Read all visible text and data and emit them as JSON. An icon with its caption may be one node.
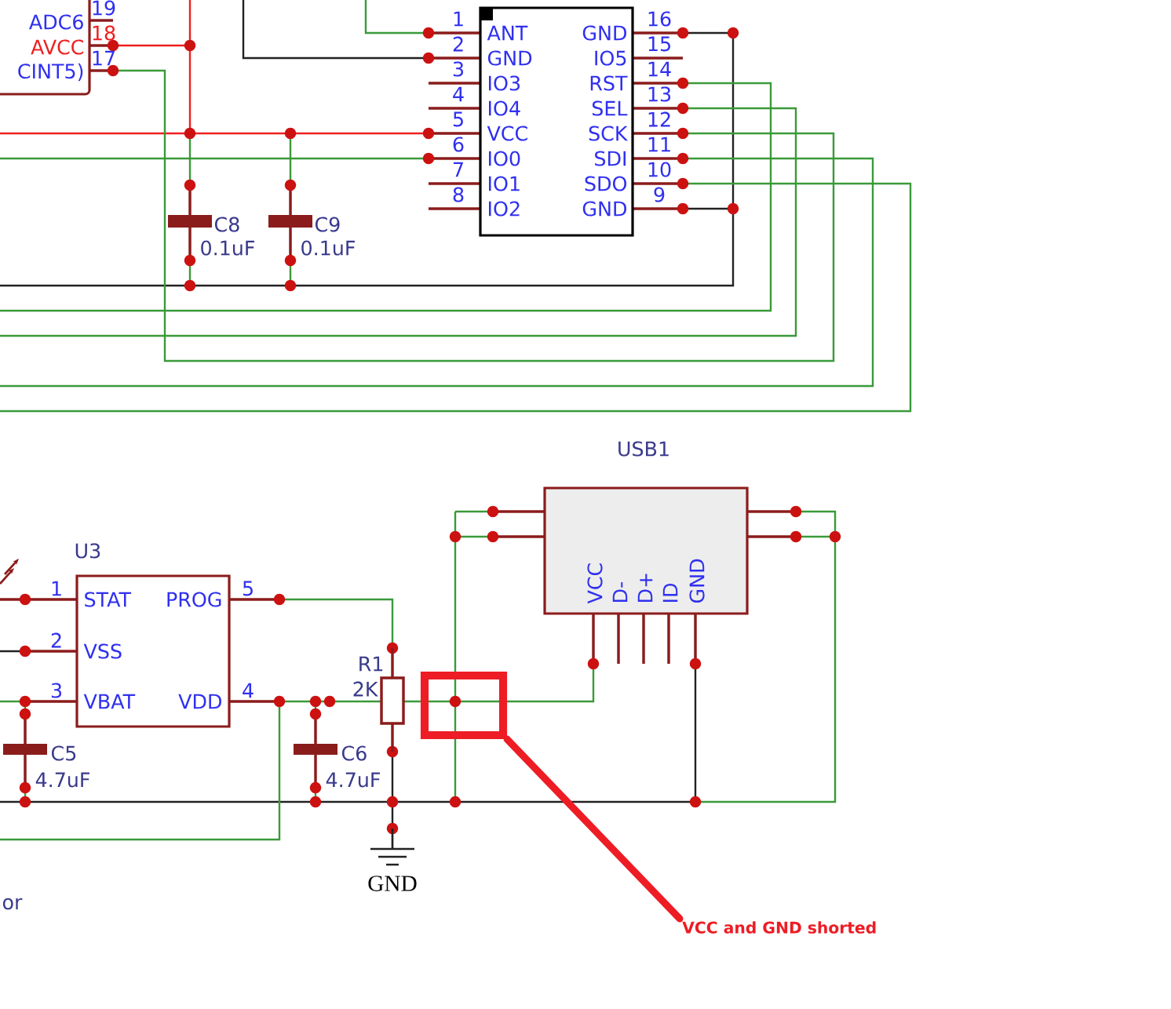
{
  "diagram": {
    "nodes": [
      {
        "text": [
          "ADC6",
          "AVCC",
          "CINT5)"
        ]
      },
      {
        "text": [
          "ANT",
          "GND",
          "IO3",
          "IO4",
          "VCC",
          "IO0",
          "IO1",
          "IO2",
          "GND",
          "IO5",
          "RST",
          "SEL",
          "SCK",
          "SDI",
          "SDO",
          "GND"
        ]
      },
      {
        "text": [
          "STAT",
          "VSS",
          "VBAT",
          "PROG",
          "VDD"
        ],
        "beside": [
          "U3"
        ]
      },
      {
        "text": [
          "VCC",
          "D-",
          "D+",
          "ID",
          "GND"
        ],
        "beside": [
          "USB1"
        ]
      },
      {
        "text": [],
        "shape": "box"
      },
      {
        "text": [
          "VCC and GND shorted"
        ]
      }
    ],
    "edges": [
      {
        "from": 5,
        "to": 4,
        "arrow": "none"
      }
    ],
    "labels": [
      "1",
      "2",
      "3",
      "4",
      "5",
      "6",
      "7",
      "8",
      "16",
      "15",
      "14",
      "13",
      "12",
      "11",
      "10",
      "9",
      "19",
      "18",
      "17",
      "1",
      "2",
      "3",
      "5",
      "4",
      "C8",
      "0.1uF",
      "C9",
      "0.1uF",
      "C5",
      "4.7uF",
      "C6",
      "4.7uF",
      "R1",
      "2K",
      "GND",
      "or"
    ]
  }
}
